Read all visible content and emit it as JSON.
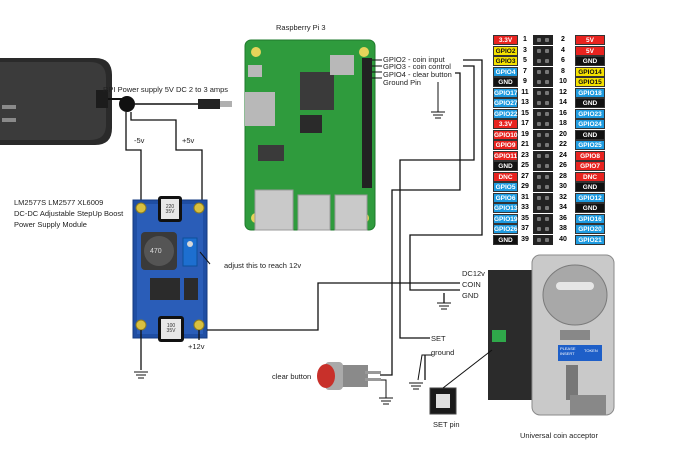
{
  "labels": {
    "raspberry_pi": "Raspberry Pi 3",
    "power_supply": "RPI Power supply 5V DC 2 to 3 amps",
    "neg5v": "-5v",
    "pos5v": "+5v",
    "module_line1": "LM2577S LM2577 XL6009",
    "module_line2": "DC-DC Adjustable StepUp Boost",
    "module_line3": "Power Supply Module",
    "adjust": "adjust this to reach 12v",
    "plus12v": "+12v",
    "gpio2": "GPIO2 - coin input",
    "gpio3": "GPIO3 - coin control",
    "gpio4": "GPIO4 - clear button",
    "ground_pin": "Ground Pin",
    "dc12v": "DC12v",
    "coin": "COIN",
    "gnd": "GND",
    "set": "SET",
    "ground": "ground",
    "clear_button": "clear button",
    "set_pin": "SET pin",
    "coin_acceptor": "Universal coin acceptor",
    "reg_cap": "220 35V",
    "inductor": "470",
    "out_cap": "100 35V",
    "acceptor_label1": "PLEASE",
    "acceptor_label2": "INSERT",
    "acceptor_label3": "TOKEN"
  },
  "pin_colors": {
    "red": "#e8231f",
    "yellow": "#f5e100",
    "blue": "#1e9be0",
    "black": "#111111",
    "white": "#ffffff"
  },
  "pins": [
    {
      "l": "3.3V",
      "lc": "red",
      "n1": "1",
      "n2": "2",
      "r": "5V",
      "rc": "red"
    },
    {
      "l": "GPIO2",
      "lc": "yellow",
      "n1": "3",
      "n2": "4",
      "r": "5V",
      "rc": "red"
    },
    {
      "l": "GPIO3",
      "lc": "yellow",
      "n1": "5",
      "n2": "6",
      "r": "GND",
      "rc": "black"
    },
    {
      "l": "GPIO4",
      "lc": "blue",
      "n1": "7",
      "n2": "8",
      "r": "GPIO14",
      "rc": "yellow"
    },
    {
      "l": "GND",
      "lc": "black",
      "n1": "9",
      "n2": "10",
      "r": "GPIO15",
      "rc": "yellow"
    },
    {
      "l": "GPIO17",
      "lc": "blue",
      "n1": "11",
      "n2": "12",
      "r": "GPIO18",
      "rc": "blue"
    },
    {
      "l": "GPIO27",
      "lc": "blue",
      "n1": "13",
      "n2": "14",
      "r": "GND",
      "rc": "black"
    },
    {
      "l": "GPIO22",
      "lc": "blue",
      "n1": "15",
      "n2": "16",
      "r": "GPIO23",
      "rc": "blue"
    },
    {
      "l": "3.3V",
      "lc": "red",
      "n1": "17",
      "n2": "18",
      "r": "GPIO24",
      "rc": "blue"
    },
    {
      "l": "GPIO10",
      "lc": "red",
      "n1": "19",
      "n2": "20",
      "r": "GND",
      "rc": "black"
    },
    {
      "l": "GPIO9",
      "lc": "red",
      "n1": "21",
      "n2": "22",
      "r": "GPIO25",
      "rc": "blue"
    },
    {
      "l": "GPIO11",
      "lc": "red",
      "n1": "23",
      "n2": "24",
      "r": "GPIO8",
      "rc": "red"
    },
    {
      "l": "GND",
      "lc": "black",
      "n1": "25",
      "n2": "26",
      "r": "GPIO7",
      "rc": "red"
    },
    {
      "l": "DNC",
      "lc": "red",
      "n1": "27",
      "n2": "28",
      "r": "DNC",
      "rc": "red"
    },
    {
      "l": "GPIO5",
      "lc": "blue",
      "n1": "29",
      "n2": "30",
      "r": "GND",
      "rc": "black"
    },
    {
      "l": "GPIO6",
      "lc": "blue",
      "n1": "31",
      "n2": "32",
      "r": "GPIO12",
      "rc": "blue"
    },
    {
      "l": "GPIO13",
      "lc": "blue",
      "n1": "33",
      "n2": "34",
      "r": "GND",
      "rc": "black"
    },
    {
      "l": "GPIO19",
      "lc": "blue",
      "n1": "35",
      "n2": "36",
      "r": "GPIO16",
      "rc": "blue"
    },
    {
      "l": "GPIO26",
      "lc": "blue",
      "n1": "37",
      "n2": "38",
      "r": "GPIO20",
      "rc": "blue"
    },
    {
      "l": "GND",
      "lc": "black",
      "n1": "39",
      "n2": "40",
      "r": "GPIO21",
      "rc": "blue"
    }
  ]
}
